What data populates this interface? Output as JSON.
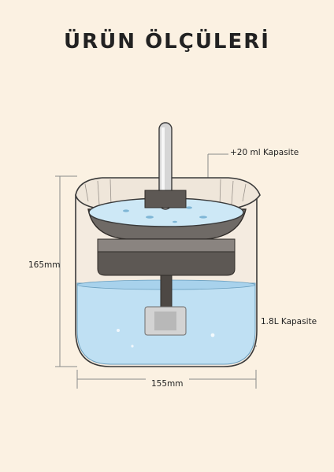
{
  "title": "ÜRÜN ÖLÇÜLERİ",
  "annotations": {
    "top_capacity": "+20 ml Kapasite",
    "height": "165mm",
    "water_capacity": "1.8L Kapasite",
    "width": "155mm"
  },
  "colors": {
    "background": "#fbf1e2",
    "water": "#bfe0f3",
    "tray": "#6f6a66",
    "outline": "#3a3a3a"
  }
}
